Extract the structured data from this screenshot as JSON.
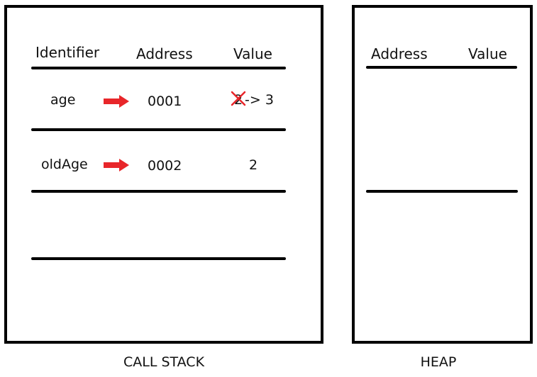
{
  "call_stack": {
    "title": "CALL STACK",
    "headers": {
      "identifier": "Identifier",
      "address": "Address",
      "value": "Value"
    },
    "rows": [
      {
        "identifier": "age",
        "address": "0001",
        "old_value": "2",
        "new_value": "-> 3"
      },
      {
        "identifier": "oldAge",
        "address": "0002",
        "value": "2"
      }
    ]
  },
  "heap": {
    "title": "HEAP",
    "headers": {
      "address": "Address",
      "value": "Value"
    }
  },
  "colors": {
    "arrow": "#e8262a",
    "strike": "#e8262a",
    "border": "#000000"
  }
}
